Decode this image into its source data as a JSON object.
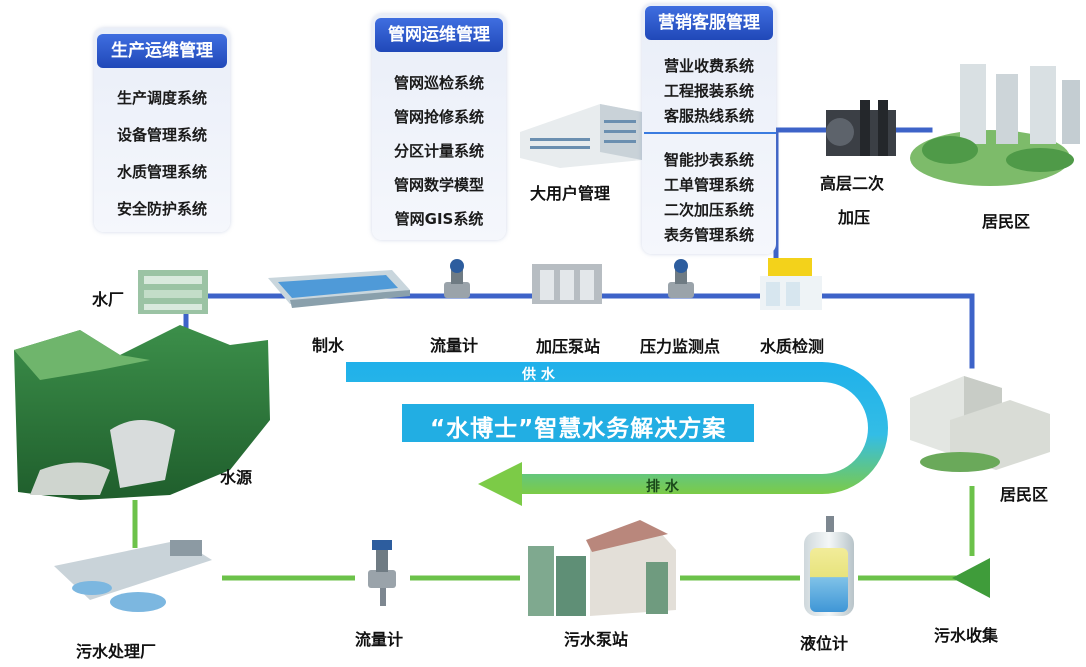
{
  "panels": {
    "production": {
      "title": "生产运维管理",
      "items": [
        "生产调度系统",
        "设备管理系统",
        "水质管理系统",
        "安全防护系统"
      ]
    },
    "network": {
      "title": "管网运维管理",
      "items": [
        "管网巡检系统",
        "管网抢修系统",
        "分区计量系统",
        "管网数学模型",
        "管网GIS系统"
      ]
    },
    "marketing": {
      "title": "营销客服管理",
      "items_top": [
        "营业收费系统",
        "工程报装系统",
        "客服热线系统"
      ],
      "items_bottom": [
        "智能抄表系统",
        "工单管理系统",
        "二次加压系统",
        "表务管理系统"
      ]
    }
  },
  "nodes": {
    "water_plant": "水厂",
    "production": "制水",
    "flow_meter_top": "流量计",
    "booster_station": "加压泵站",
    "pressure_point": "压力监测点",
    "quality_test": "水质检测",
    "large_user": "大用户管理",
    "secondary_boost_1": "高层二次",
    "secondary_boost_2": "加压",
    "residential_top": "居民区",
    "residential_right": "居民区",
    "water_source": "水源",
    "sewage_collection": "污水收集",
    "level_meter": "液位计",
    "sewage_pump": "污水泵站",
    "flow_meter_bottom": "流量计",
    "sewage_plant": "污水处理厂"
  },
  "banner": {
    "supply": "供 水",
    "title": "“水博士”智慧水务解决方案",
    "drain": "排 水"
  },
  "colors": {
    "supply_pipe": "#3d63c8",
    "drain_pipe": "#6cc24a",
    "supply_band": "#23b4e8",
    "drain_band": "#7ccb47",
    "panel_header": "#2f5ccf"
  }
}
